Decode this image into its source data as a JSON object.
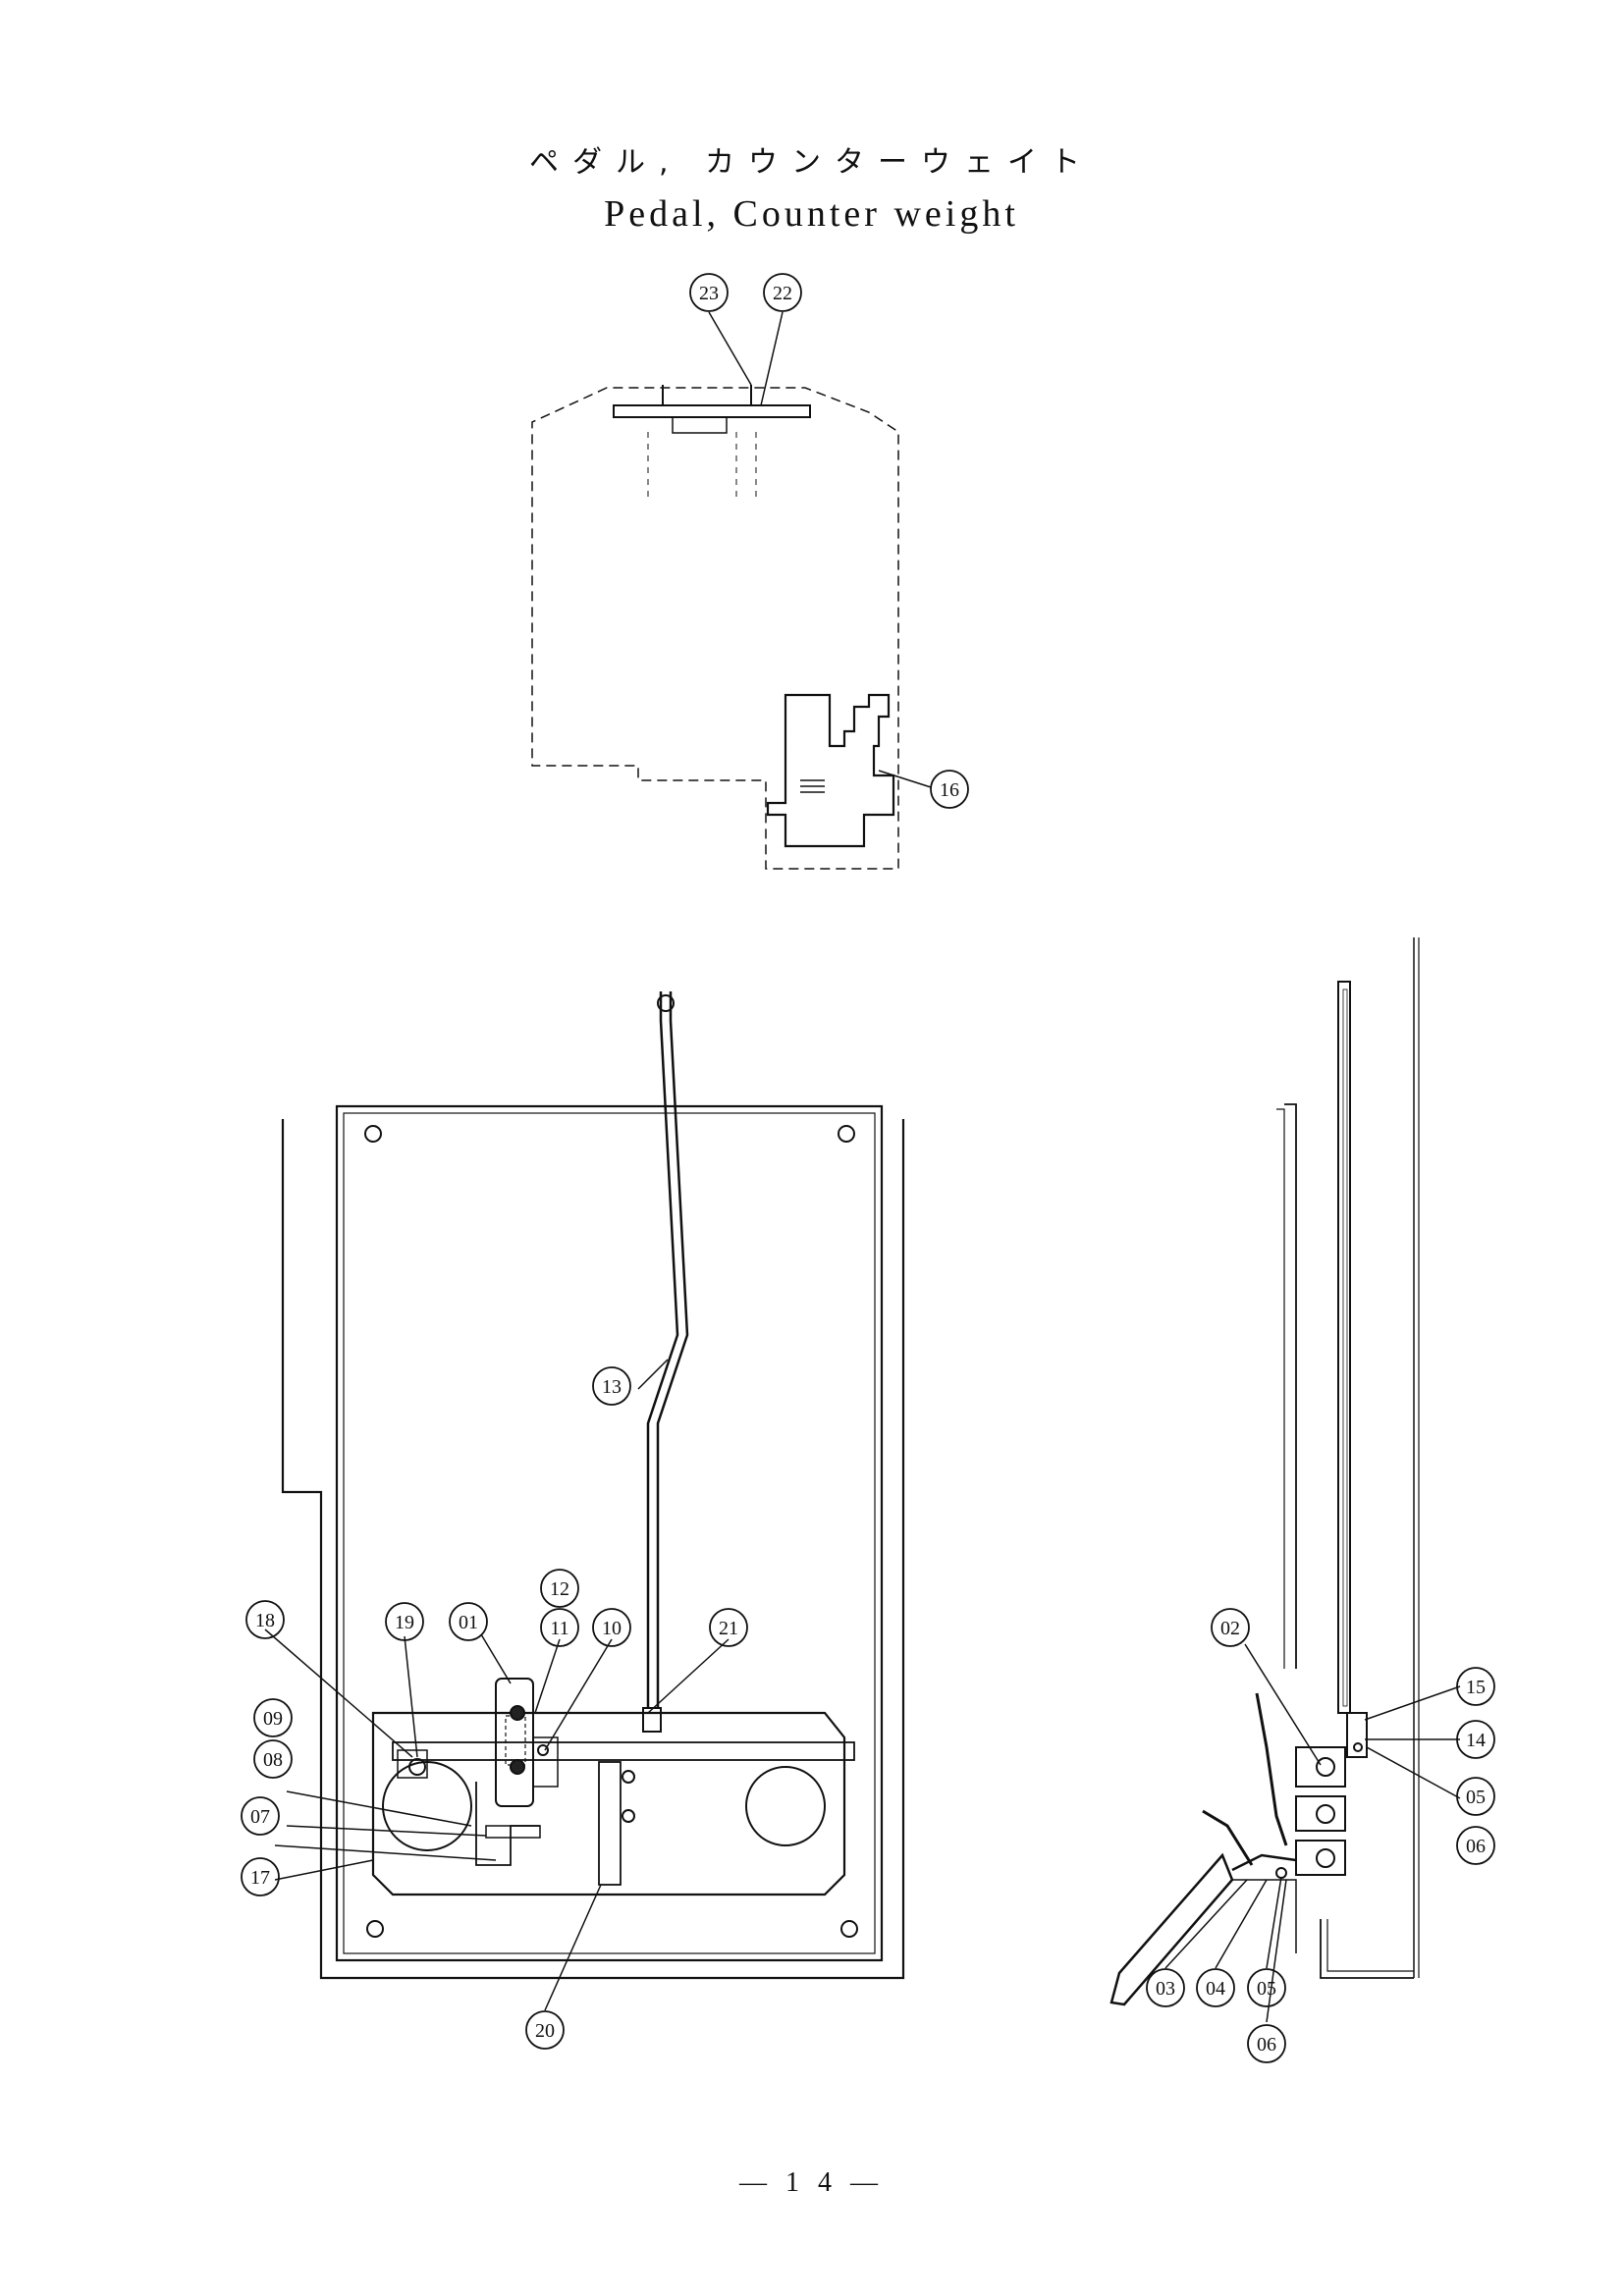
{
  "title": {
    "japanese": "ペダル, カウンターウェイト",
    "english": "Pedal, Counter weight"
  },
  "page_number": "— 1 4 —",
  "callouts": {
    "top_view": [
      "23",
      "22",
      "16"
    ],
    "pedal_plan_view": [
      "13",
      "18",
      "19",
      "01",
      "11",
      "12",
      "10",
      "21",
      "09",
      "08",
      "07",
      "17",
      "20"
    ],
    "side_view": [
      "02",
      "15",
      "14",
      "05",
      "06",
      "03",
      "04",
      "05",
      "06"
    ]
  }
}
